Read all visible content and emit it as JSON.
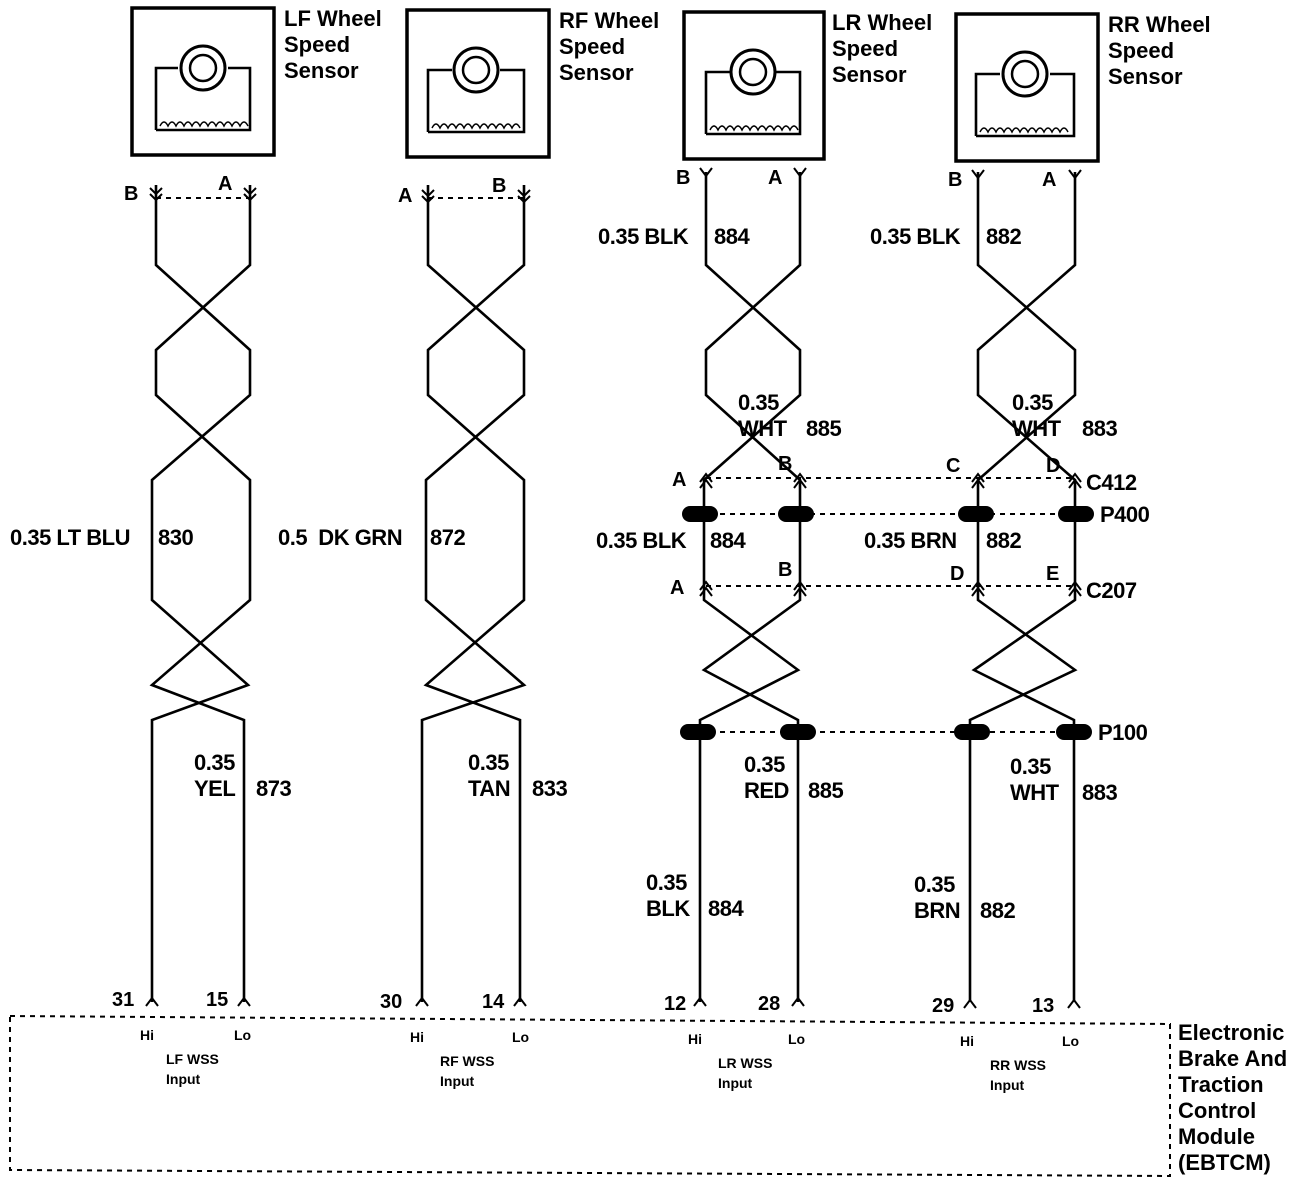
{
  "sensors": [
    {
      "title": [
        "LF Wheel",
        "Speed",
        "Sensor"
      ]
    },
    {
      "title": [
        "RF Wheel",
        "Speed",
        "Sensor"
      ]
    },
    {
      "title": [
        "LR Wheel",
        "Speed",
        "Sensor"
      ]
    },
    {
      "title": [
        "RR Wheel",
        "Speed",
        "Sensor"
      ]
    }
  ],
  "terminals": {
    "lf": [
      "B",
      "A"
    ],
    "rf": [
      "A",
      "B"
    ],
    "lr": [
      "B",
      "A"
    ],
    "rr": [
      "B",
      "A"
    ]
  },
  "wires": {
    "lf_main": "0.35 LT BLU",
    "lf_main_circuit": "830",
    "lf_lo": [
      "0.35",
      "YEL"
    ],
    "lf_lo_circuit": "873",
    "rf_main": "0.5  DK GRN",
    "rf_main_circuit": "872",
    "rf_lo": [
      "0.35",
      "TAN"
    ],
    "rf_lo_circuit": "833",
    "lr_top": "0.35 BLK",
    "lr_top_circuit": "884",
    "lr_wht": [
      "0.35",
      "WHT"
    ],
    "lr_wht_circuit": "885",
    "lr_mid": "0.35 BLK",
    "lr_mid_circuit": "884",
    "lr_red": [
      "0.35",
      "RED"
    ],
    "lr_red_circuit": "885",
    "lr_blk": [
      "0.35",
      "BLK"
    ],
    "lr_blk_circuit": "884",
    "rr_top": "0.35 BLK",
    "rr_top_circuit": "882",
    "rr_wht": [
      "0.35",
      "WHT"
    ],
    "rr_wht_circuit": "883",
    "rr_mid": "0.35 BRN",
    "rr_mid_circuit": "882",
    "rr_wht2": [
      "0.35",
      "WHT"
    ],
    "rr_wht2_circuit": "883",
    "rr_brn": [
      "0.35",
      "BRN"
    ],
    "rr_brn_circuit": "882"
  },
  "connectors": {
    "c412": {
      "name": "C412",
      "pins": [
        "A",
        "B",
        "C",
        "D"
      ]
    },
    "p400": {
      "name": "P400"
    },
    "c207": {
      "name": "C207",
      "pins": [
        "A",
        "B",
        "D",
        "E"
      ]
    },
    "p100": {
      "name": "P100"
    }
  },
  "module": {
    "name": [
      "Electronic",
      "Brake And",
      "Traction",
      "Control",
      "Module",
      "(EBTCM)"
    ],
    "inputs": [
      {
        "hi_pin": "31",
        "lo_pin": "15",
        "hi": "Hi",
        "lo": "Lo",
        "label": [
          "LF WSS",
          "Input"
        ]
      },
      {
        "hi_pin": "30",
        "lo_pin": "14",
        "hi": "Hi",
        "lo": "Lo",
        "label": [
          "RF WSS",
          "Input"
        ]
      },
      {
        "hi_pin": "12",
        "lo_pin": "28",
        "hi": "Hi",
        "lo": "Lo",
        "label": [
          "LR WSS",
          "Input"
        ]
      },
      {
        "hi_pin": "29",
        "lo_pin": "13",
        "hi": "Hi",
        "lo": "Lo",
        "label": [
          "RR WSS",
          "Input"
        ]
      }
    ]
  }
}
